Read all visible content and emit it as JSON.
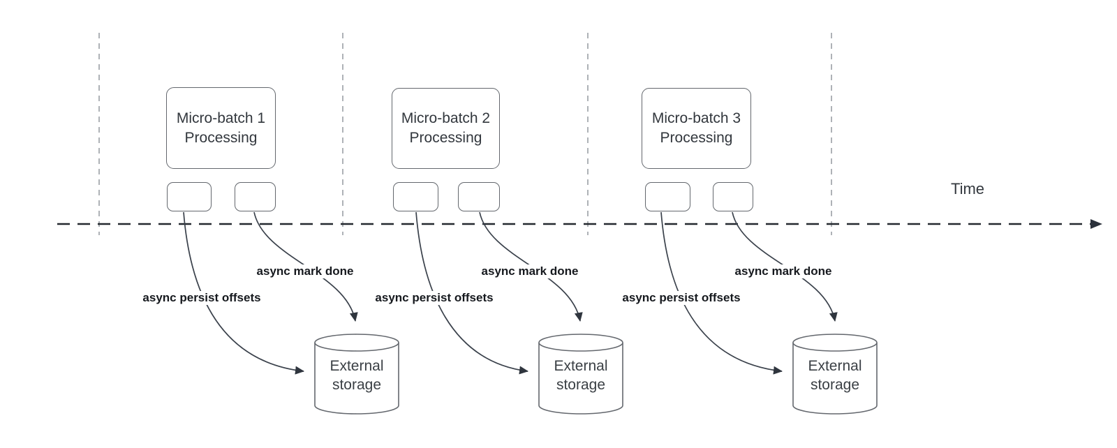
{
  "diagram": {
    "time_label": "Time",
    "batches": [
      {
        "title_line1": "Micro-batch 1",
        "title_line2": "Processing",
        "persist_label": "async persist offsets",
        "done_label": "async mark done"
      },
      {
        "title_line1": "Micro-batch 2",
        "title_line2": "Processing",
        "persist_label": "async persist offsets",
        "done_label": "async mark done"
      },
      {
        "title_line1": "Micro-batch 3",
        "title_line2": "Processing",
        "persist_label": "async persist offsets",
        "done_label": "async mark done"
      }
    ],
    "storages": [
      {
        "line1": "External",
        "line2": "storage"
      },
      {
        "line1": "External",
        "line2": "storage"
      },
      {
        "line1": "External",
        "line2": "storage"
      }
    ],
    "colors": {
      "background": "#ffffff",
      "time_axis": "#23282f",
      "interval_guides": "#a6aaaf",
      "shape_border": "#63676d",
      "shape_text": "#32373d",
      "connector": "#3a414b",
      "arrowhead": "#2f353e",
      "label_text": "#16191e"
    }
  }
}
